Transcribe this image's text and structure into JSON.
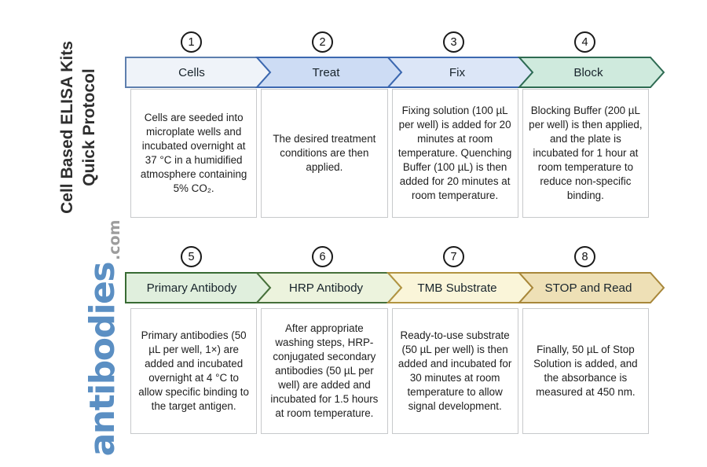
{
  "sidebar": {
    "title_line1": "Cell Based ELISA Kits",
    "title_line2": "Quick Protocol",
    "logo_text": "antibodies",
    "logo_suffix": ".com",
    "logo_color": "#5b8fc3",
    "logo_suffix_color": "#9c9c9c"
  },
  "steps": [
    {
      "number": "1",
      "label": "Cells",
      "description": "Cells are seeded into microplate wells and incubated overnight at 37 °C in a humidified atmosphere containing 5% CO₂.",
      "fill": "#eff3f9",
      "stroke": "#5e7fae"
    },
    {
      "number": "2",
      "label": "Treat",
      "description": "The desired treatment conditions are then applied.",
      "fill": "#cddcf4",
      "stroke": "#3c68b0"
    },
    {
      "number": "3",
      "label": "Fix",
      "description": "Fixing solution (100 µL per well) is added for 20 minutes at room temperature. Quenching Buffer (100 µL) is then added for 20 minutes at room temperature.",
      "fill": "#dce6f7",
      "stroke": "#3c68b0"
    },
    {
      "number": "4",
      "label": "Block",
      "description": "Blocking Buffer (200 µL per well) is then applied, and the plate is incubated for 1 hour at room temperature to reduce non-specific binding.",
      "fill": "#cfeadd",
      "stroke": "#2e6b52"
    },
    {
      "number": "5",
      "label": "Primary Antibody",
      "description": "Primary antibodies (50 µL per well, 1×) are added and incubated overnight at 4 °C to allow specific binding to the target antigen.",
      "fill": "#e0efdd",
      "stroke": "#386b33"
    },
    {
      "number": "6",
      "label": "HRP Antibody",
      "description": "After appropriate washing steps, HRP-conjugated secondary antibodies (50 µL per well) are added and incubated for 1.5 hours at room temperature.",
      "fill": "#ecf3dd",
      "stroke": "#46703a"
    },
    {
      "number": "7",
      "label": "TMB Substrate",
      "description": "Ready-to-use substrate (50 µL per well) is then added and incubated for 30 minutes at room temperature to allow signal development.",
      "fill": "#faf5d9",
      "stroke": "#b29441"
    },
    {
      "number": "8",
      "label": "STOP and Read",
      "description": "Finally, 50 µL of Stop Solution is added, and the absorbance is measured at 450 nm.",
      "fill": "#eee0b6",
      "stroke": "#a8873a"
    }
  ]
}
